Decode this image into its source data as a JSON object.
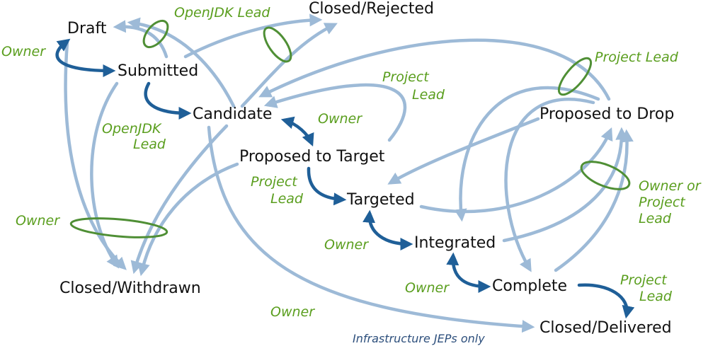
{
  "states": {
    "draft": "Draft",
    "closed_rejected": "Closed/Rejected",
    "submitted": "Submitted",
    "candidate": "Candidate",
    "proposed_to_target": "Proposed to Target",
    "proposed_to_drop": "Proposed to Drop",
    "targeted": "Targeted",
    "integrated": "Integrated",
    "complete": "Complete",
    "closed_withdrawn": "Closed/Withdrawn",
    "closed_delivered": "Closed/Delivered"
  },
  "roles": {
    "openjdk_lead_top": "OpenJDK Lead",
    "owner_draft": "Owner",
    "project_lead_drop": "Project Lead",
    "project_lead_candidate": [
      "Project",
      "Lead"
    ],
    "openjdk_lead_candidate": [
      "OpenJDK",
      "Lead"
    ],
    "owner_candidate": "Owner",
    "project_lead_targeted": [
      "Project",
      "Lead"
    ],
    "owner_or_project_lead": [
      "Owner or",
      "Project",
      "Lead"
    ],
    "owner_withdrawn": "Owner",
    "owner_targeted": "Owner",
    "owner_complete": "Owner",
    "project_lead_delivered": [
      "Project",
      "Lead"
    ],
    "owner_delivered": "Owner"
  },
  "notes": {
    "infrastructure": "Infrastructure JEPs only"
  },
  "colors": {
    "light_arrow": "#9dbad7",
    "dark_arrow": "#1f5f98",
    "role_text": "#5a9e1e",
    "ellipse": "#4f8f35"
  }
}
